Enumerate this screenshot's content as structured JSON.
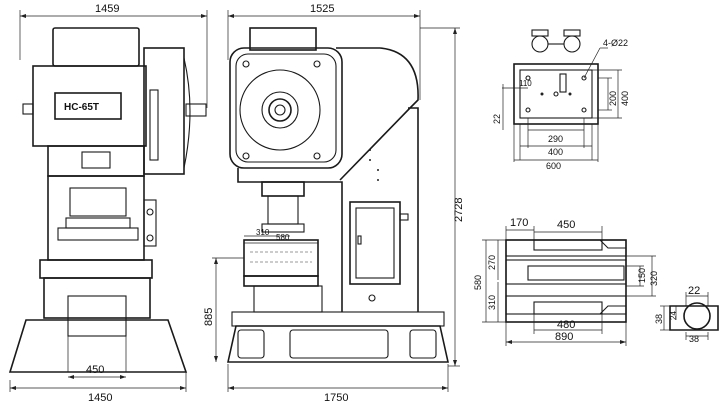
{
  "front_view": {
    "model_label": "HC-65T",
    "dim_top_width": "1459",
    "dim_base_width": "1450",
    "dim_base_inner": "450"
  },
  "side_view": {
    "dim_top_width": "1525",
    "dim_total_height": "2728",
    "dim_bed_height": "885",
    "dim_base_length": "1750",
    "dim_slide_580": "580",
    "dim_slide_310": "310"
  },
  "top_detail": {
    "hole_note": "4-Ø22",
    "dim_110": "110",
    "dim_22": "22",
    "dim_290": "290",
    "dim_400_h": "400",
    "dim_600": "600",
    "dim_200": "200",
    "dim_400_v": "400"
  },
  "bolster_detail": {
    "dim_170": "170",
    "dim_450": "450",
    "dim_580": "580",
    "dim_270": "270",
    "dim_310": "310",
    "dim_150": "150",
    "dim_320": "320",
    "dim_480": "480",
    "dim_890": "890"
  },
  "slot_detail": {
    "dim_22": "22",
    "dim_38_a": "38",
    "dim_24": "24",
    "dim_38_b": "38"
  }
}
